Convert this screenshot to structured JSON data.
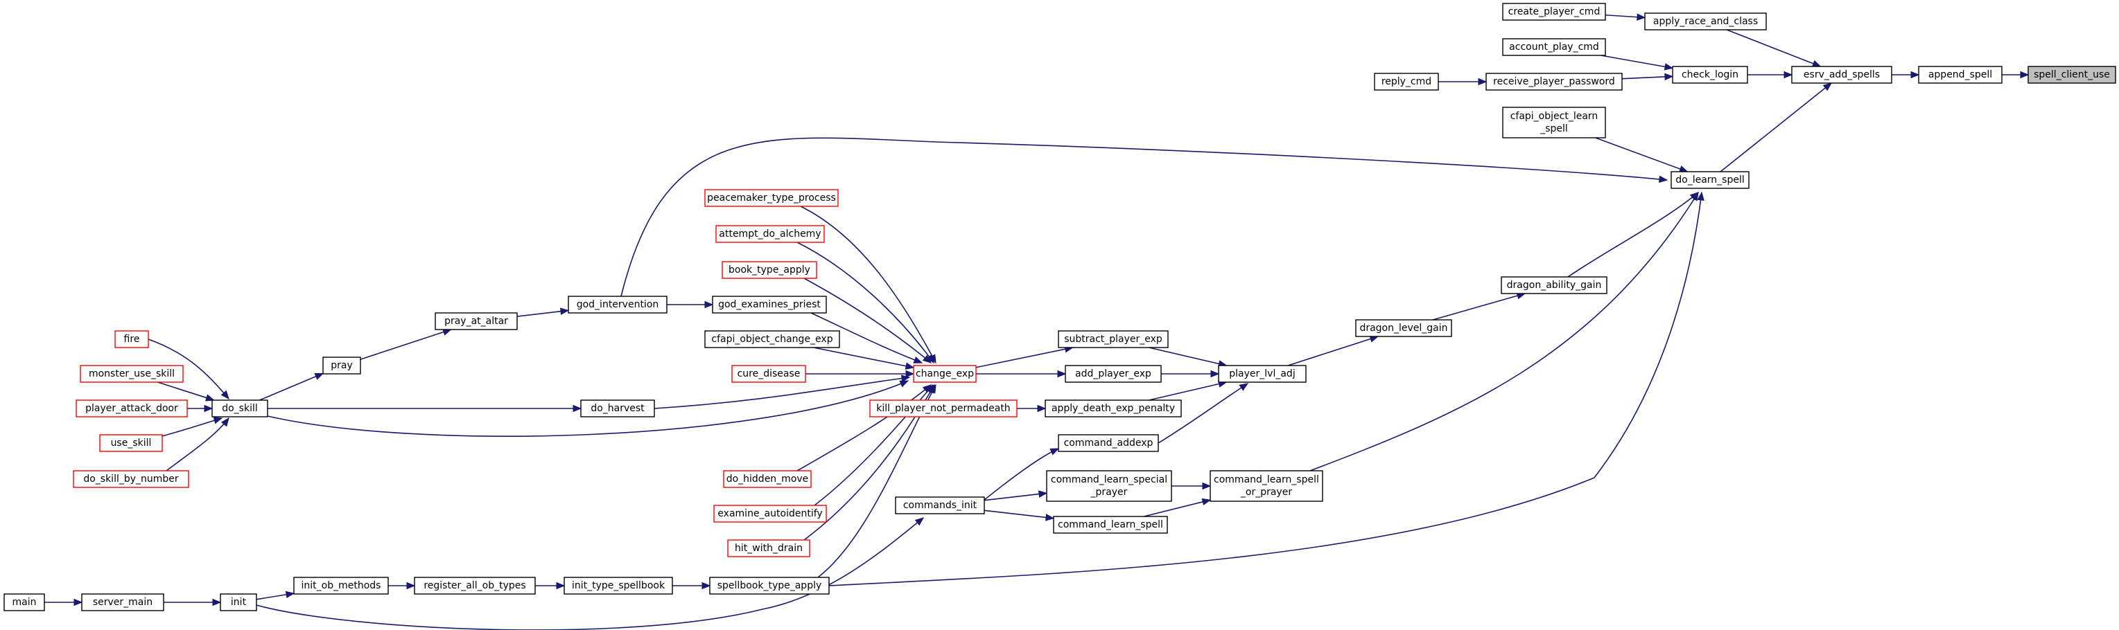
{
  "graph": {
    "focus": "spell_client_use",
    "nodes": [
      {
        "id": "spell_client_use",
        "label": "spell_client_use",
        "truncated": false,
        "focus": true
      },
      {
        "id": "append_spell",
        "label": "append_spell",
        "truncated": false
      },
      {
        "id": "esrv_add_spells",
        "label": "esrv_add_spells",
        "truncated": false
      },
      {
        "id": "apply_race_and_class",
        "label": "apply_race_and_class",
        "truncated": false
      },
      {
        "id": "check_login",
        "label": "check_login",
        "truncated": false
      },
      {
        "id": "do_learn_spell",
        "label": "do_learn_spell",
        "truncated": false
      },
      {
        "id": "create_player_cmd",
        "label": "create_player_cmd",
        "truncated": false
      },
      {
        "id": "account_play_cmd",
        "label": "account_play_cmd",
        "truncated": false
      },
      {
        "id": "receive_player_password",
        "label": "receive_player_password",
        "truncated": false
      },
      {
        "id": "reply_cmd",
        "label": "reply_cmd",
        "truncated": false
      },
      {
        "id": "cfapi_object_learn_spell",
        "label": "cfapi_object_learn",
        "label2": "_spell",
        "truncated": false
      },
      {
        "id": "dragon_ability_gain",
        "label": "dragon_ability_gain",
        "truncated": false
      },
      {
        "id": "dragon_level_gain",
        "label": "dragon_level_gain",
        "truncated": false
      },
      {
        "id": "player_lvl_adj",
        "label": "player_lvl_adj",
        "truncated": false
      },
      {
        "id": "subtract_player_exp",
        "label": "subtract_player_exp",
        "truncated": false
      },
      {
        "id": "add_player_exp",
        "label": "add_player_exp",
        "truncated": false
      },
      {
        "id": "apply_death_exp_penalty",
        "label": "apply_death_exp_penalty",
        "truncated": false
      },
      {
        "id": "command_addexp",
        "label": "command_addexp",
        "truncated": false
      },
      {
        "id": "change_exp",
        "label": "change_exp",
        "truncated": true
      },
      {
        "id": "kill_player_not_permadeath",
        "label": "kill_player_not_permadeath",
        "truncated": true
      },
      {
        "id": "command_learn_spell_or_prayer",
        "label": "command_learn_spell",
        "label2": "_or_prayer",
        "truncated": false
      },
      {
        "id": "command_learn_special_prayer",
        "label": "command_learn_special",
        "label2": "_prayer",
        "truncated": false
      },
      {
        "id": "command_learn_spell",
        "label": "command_learn_spell",
        "truncated": false
      },
      {
        "id": "commands_init",
        "label": "commands_init",
        "truncated": false
      },
      {
        "id": "peacemaker_type_process",
        "label": "peacemaker_type_process",
        "truncated": true
      },
      {
        "id": "attempt_do_alchemy",
        "label": "attempt_do_alchemy",
        "truncated": true
      },
      {
        "id": "book_type_apply",
        "label": "book_type_apply",
        "truncated": true
      },
      {
        "id": "god_examines_priest",
        "label": "god_examines_priest",
        "truncated": false
      },
      {
        "id": "cfapi_object_change_exp",
        "label": "cfapi_object_change_exp",
        "truncated": false
      },
      {
        "id": "cure_disease",
        "label": "cure_disease",
        "truncated": true
      },
      {
        "id": "do_harvest",
        "label": "do_harvest",
        "truncated": false
      },
      {
        "id": "do_hidden_move",
        "label": "do_hidden_move",
        "truncated": true
      },
      {
        "id": "examine_autoidentify",
        "label": "examine_autoidentify",
        "truncated": true
      },
      {
        "id": "hit_with_drain",
        "label": "hit_with_drain",
        "truncated": true
      },
      {
        "id": "spellbook_type_apply",
        "label": "spellbook_type_apply",
        "truncated": false
      },
      {
        "id": "god_intervention",
        "label": "god_intervention",
        "truncated": false
      },
      {
        "id": "pray_at_altar",
        "label": "pray_at_altar",
        "truncated": false
      },
      {
        "id": "pray",
        "label": "pray",
        "truncated": false
      },
      {
        "id": "do_skill",
        "label": "do_skill",
        "truncated": false
      },
      {
        "id": "fire",
        "label": "fire",
        "truncated": true
      },
      {
        "id": "monster_use_skill",
        "label": "monster_use_skill",
        "truncated": true
      },
      {
        "id": "player_attack_door",
        "label": "player_attack_door",
        "truncated": true
      },
      {
        "id": "use_skill",
        "label": "use_skill",
        "truncated": true
      },
      {
        "id": "do_skill_by_number",
        "label": "do_skill_by_number",
        "truncated": true
      },
      {
        "id": "init_type_spellbook",
        "label": "init_type_spellbook",
        "truncated": false
      },
      {
        "id": "register_all_ob_types",
        "label": "register_all_ob_types",
        "truncated": false
      },
      {
        "id": "init_ob_methods",
        "label": "init_ob_methods",
        "truncated": false
      },
      {
        "id": "init",
        "label": "init",
        "truncated": false
      },
      {
        "id": "server_main",
        "label": "server_main",
        "truncated": false
      },
      {
        "id": "main",
        "label": "main",
        "truncated": false
      }
    ],
    "edges": [
      {
        "from": "append_spell",
        "to": "spell_client_use"
      },
      {
        "from": "esrv_add_spells",
        "to": "append_spell"
      },
      {
        "from": "apply_race_and_class",
        "to": "esrv_add_spells"
      },
      {
        "from": "check_login",
        "to": "esrv_add_spells"
      },
      {
        "from": "do_learn_spell",
        "to": "esrv_add_spells"
      },
      {
        "from": "create_player_cmd",
        "to": "apply_race_and_class"
      },
      {
        "from": "account_play_cmd",
        "to": "check_login"
      },
      {
        "from": "receive_player_password",
        "to": "check_login"
      },
      {
        "from": "reply_cmd",
        "to": "receive_player_password"
      },
      {
        "from": "cfapi_object_learn_spell",
        "to": "do_learn_spell"
      },
      {
        "from": "god_intervention",
        "to": "do_learn_spell"
      },
      {
        "from": "dragon_ability_gain",
        "to": "do_learn_spell"
      },
      {
        "from": "command_learn_spell_or_prayer",
        "to": "do_learn_spell"
      },
      {
        "from": "spellbook_type_apply",
        "to": "do_learn_spell"
      },
      {
        "from": "dragon_level_gain",
        "to": "dragon_ability_gain"
      },
      {
        "from": "player_lvl_adj",
        "to": "dragon_level_gain"
      },
      {
        "from": "subtract_player_exp",
        "to": "player_lvl_adj"
      },
      {
        "from": "add_player_exp",
        "to": "player_lvl_adj"
      },
      {
        "from": "apply_death_exp_penalty",
        "to": "player_lvl_adj"
      },
      {
        "from": "command_addexp",
        "to": "player_lvl_adj"
      },
      {
        "from": "change_exp",
        "to": "subtract_player_exp"
      },
      {
        "from": "change_exp",
        "to": "add_player_exp"
      },
      {
        "from": "kill_player_not_permadeath",
        "to": "apply_death_exp_penalty"
      },
      {
        "from": "commands_init",
        "to": "command_addexp"
      },
      {
        "from": "commands_init",
        "to": "command_learn_special_prayer"
      },
      {
        "from": "commands_init",
        "to": "command_learn_spell"
      },
      {
        "from": "command_learn_special_prayer",
        "to": "command_learn_spell_or_prayer"
      },
      {
        "from": "command_learn_spell",
        "to": "command_learn_spell_or_prayer"
      },
      {
        "from": "init",
        "to": "commands_init"
      },
      {
        "from": "peacemaker_type_process",
        "to": "change_exp"
      },
      {
        "from": "attempt_do_alchemy",
        "to": "change_exp"
      },
      {
        "from": "book_type_apply",
        "to": "change_exp"
      },
      {
        "from": "god_examines_priest",
        "to": "change_exp"
      },
      {
        "from": "cfapi_object_change_exp",
        "to": "change_exp"
      },
      {
        "from": "cure_disease",
        "to": "change_exp"
      },
      {
        "from": "do_harvest",
        "to": "change_exp"
      },
      {
        "from": "do_skill",
        "to": "change_exp"
      },
      {
        "from": "do_hidden_move",
        "to": "change_exp"
      },
      {
        "from": "examine_autoidentify",
        "to": "change_exp"
      },
      {
        "from": "hit_with_drain",
        "to": "change_exp"
      },
      {
        "from": "spellbook_type_apply",
        "to": "change_exp"
      },
      {
        "from": "god_intervention",
        "to": "god_examines_priest"
      },
      {
        "from": "pray_at_altar",
        "to": "god_intervention"
      },
      {
        "from": "pray",
        "to": "pray_at_altar"
      },
      {
        "from": "do_skill",
        "to": "pray"
      },
      {
        "from": "do_skill",
        "to": "do_harvest"
      },
      {
        "from": "fire",
        "to": "do_skill"
      },
      {
        "from": "monster_use_skill",
        "to": "do_skill"
      },
      {
        "from": "player_attack_door",
        "to": "do_skill"
      },
      {
        "from": "use_skill",
        "to": "do_skill"
      },
      {
        "from": "do_skill_by_number",
        "to": "do_skill"
      },
      {
        "from": "init_type_spellbook",
        "to": "spellbook_type_apply"
      },
      {
        "from": "register_all_ob_types",
        "to": "init_type_spellbook"
      },
      {
        "from": "init_ob_methods",
        "to": "register_all_ob_types"
      },
      {
        "from": "init",
        "to": "init_ob_methods"
      },
      {
        "from": "server_main",
        "to": "init"
      },
      {
        "from": "main",
        "to": "server_main"
      }
    ],
    "colors": {
      "edge": "#191970",
      "node_border": "#000000",
      "truncated_border": "#ff0000",
      "focus_fill": "#bfbfbf",
      "node_fill": "#ffffff",
      "text": "#000000"
    }
  }
}
